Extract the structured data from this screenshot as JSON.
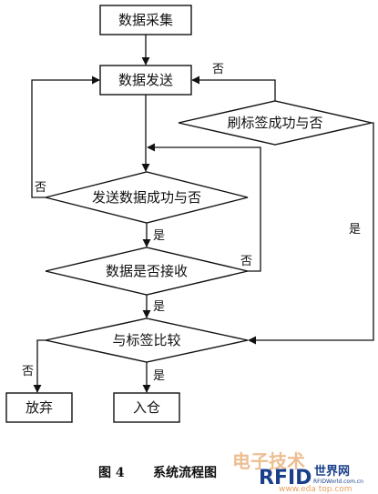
{
  "nodes": {
    "collect": "数据采集",
    "send": "数据发送",
    "swipe_check": "刷标签成功与否",
    "send_check": "发送数据成功与否",
    "receive_check": "数据是否接收",
    "compare": "与标签比较",
    "discard": "放弃",
    "store": "入仓"
  },
  "edges": {
    "swipe_no": "否",
    "swipe_yes": "是",
    "send_no": "否",
    "send_yes": "是",
    "receive_no": "否",
    "receive_yes": "是",
    "compare_no": "否",
    "compare_yes": "是"
  },
  "caption": {
    "figure": "图 4",
    "title": "系统流程图"
  },
  "watermark": {
    "rfid_logo": "RFID",
    "site_name": "世界网",
    "site_small": "RFIDWorld.com.cn",
    "overlay": "电子技术",
    "url": "www.eda top.com"
  },
  "colors": {
    "line": "#111111",
    "watermark_orange": "#e08a3a",
    "watermark_blue": "#1a3f8a"
  }
}
